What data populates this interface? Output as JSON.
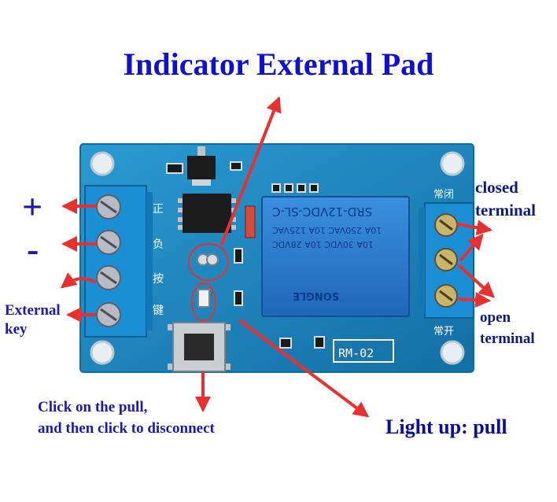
{
  "title": "Indicator External Pad",
  "left_labels": {
    "plus": "+",
    "minus": "-",
    "external_key_line1": "External",
    "external_key_line2": "key"
  },
  "right_labels": {
    "closed_line1": "closed",
    "closed_line2": "terminal",
    "open_line1": "open",
    "open_line2": "terminal"
  },
  "bottom_labels": {
    "click_line1": "Click on the pull,",
    "click_line2": "and then click to disconnect",
    "light_up": "Light up: pull"
  },
  "board_silkscreen": {
    "positive": "正",
    "negative": "负",
    "key_1": "按",
    "key_2": "键",
    "normally_closed": "常闭",
    "normally_open": "常开",
    "model": "RM-02"
  },
  "relay_text": {
    "model": "SRD-12VDC-SL-C",
    "rating_1": "10A 250VAC  10A 125VAC",
    "rating_2": "10A 30VDC  10A 28VDC",
    "brand": "SONGLE"
  },
  "colors": {
    "pcb": "#1d8ac2",
    "pcb_edge": "#0f6ea0",
    "terminal_block": "#1b8fd6",
    "relay_body": "#2a7fd0",
    "label_blue": "#1010d0",
    "arrow_red": "#e83030"
  }
}
